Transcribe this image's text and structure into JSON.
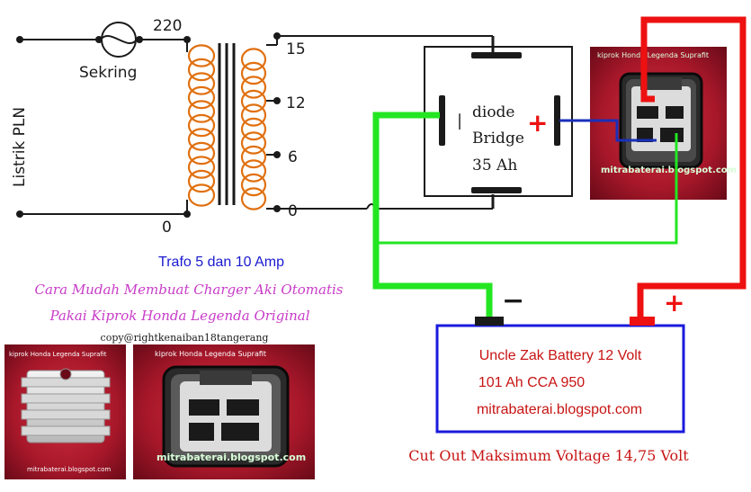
{
  "labels": {
    "mains": "Listrik PLN",
    "fuse": "Sekring",
    "v220": "220",
    "v0_primary": "0",
    "tap_15": "15",
    "tap_12": "12",
    "tap_6": "6",
    "tap_0": "0",
    "bridge_l1": "diode",
    "bridge_l2": "Bridge",
    "bridge_l3": "35 Ah",
    "plus": "+",
    "minus": "−",
    "battery_plus": "+",
    "battery_minus": "−"
  },
  "captions": {
    "trafo": "Trafo 5 dan 10 Amp",
    "title1": "Cara Mudah Membuat Charger Aki Otomatis",
    "title2": "Pakai Kiprok Honda Legenda Original",
    "copyright": "copy@rightkenaiban18tangerang"
  },
  "battery": {
    "line1": "Uncle Zak Battery 12 Volt",
    "line2": "101 Ah CCA 950",
    "line3": "mitrabaterai.blogspot.com"
  },
  "cutout": "Cut Out Maksimum Voltage 14,75 Volt",
  "photos": {
    "top_label": "kiprok Honda Legenda Suprafit",
    "top_url": "mitrabaterai.blogspot.com",
    "left_label": "kiprok Honda Legenda Suprafit",
    "left_url": "mitrabaterai.blogspot.com",
    "mid_label": "kiprok Honda Legenda Suprafit",
    "mid_url": "mitrabaterai.blogspot.com"
  },
  "colors": {
    "wire_black": "#1a1a1a",
    "wire_green": "#22e622",
    "wire_red": "#ee1111",
    "wire_blue": "#1a2fb8",
    "caption_blue": "#1a1ad0",
    "caption_magenta": "#c83cc8",
    "battery_text": "#c81414",
    "photo_red": "#a8182a"
  }
}
